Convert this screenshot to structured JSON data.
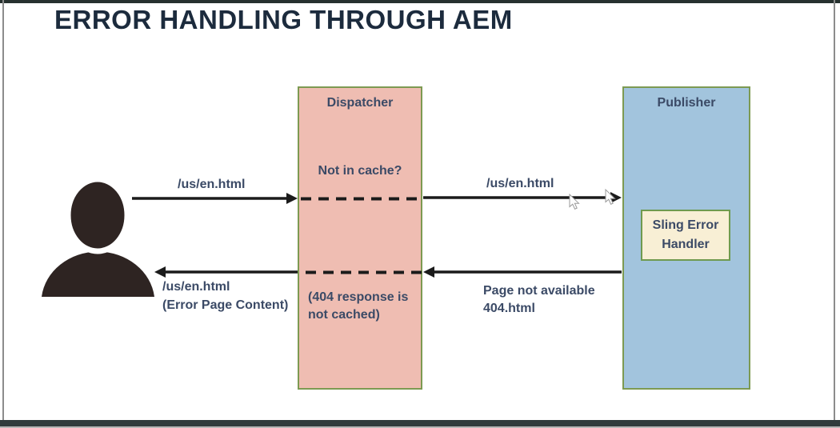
{
  "page_title": "ERROR HANDLING THROUGH AEM",
  "nodes": {
    "user": {
      "icon": "person-icon"
    },
    "dispatcher": {
      "title": "Dispatcher",
      "cache_check_note": "Not in cache?",
      "cache_response_note": "(404 response is not cached)"
    },
    "publisher": {
      "title": "Publisher",
      "error_handler_label": "Sling Error Handler"
    }
  },
  "flows": {
    "user_to_dispatcher": {
      "label": "/us/en.html"
    },
    "dispatcher_to_publisher": {
      "label": "/us/en.html"
    },
    "publisher_to_dispatcher": {
      "label": "Page not available 404.html"
    },
    "dispatcher_to_user": {
      "label": "/us/en.html",
      "sublabel": "(Error Page Content)"
    }
  },
  "icons": {
    "user": "person-icon",
    "cursor": "mouse-pointer-icon"
  },
  "colors": {
    "dispatcher_fill": "#efbdb2",
    "publisher_fill": "#a2c4dd",
    "handler_fill": "#f8efd5",
    "node_border": "#7d9a52",
    "handler_border": "#6f9a4f",
    "label_text": "#3b4a66",
    "title_text": "#1c2b3d",
    "arrow": "#1b1b1b",
    "person": "#2e2422"
  }
}
